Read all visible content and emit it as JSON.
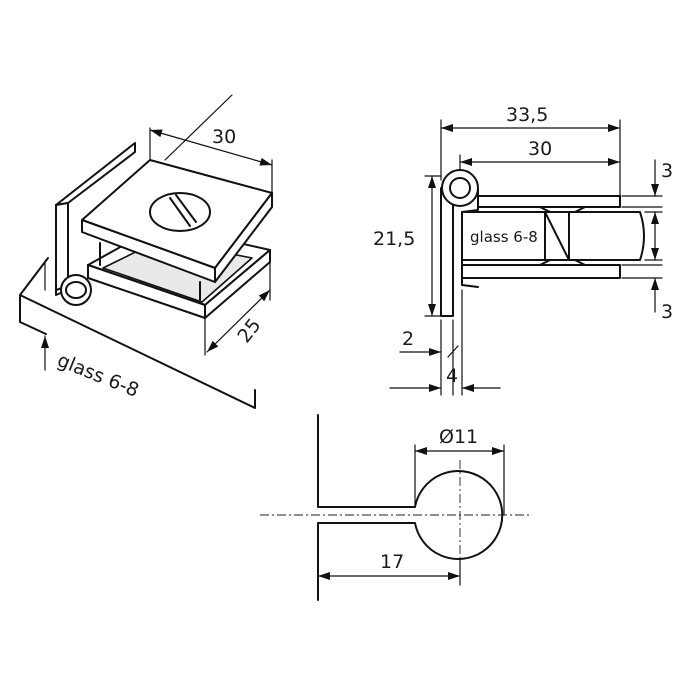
{
  "labels": {
    "iso_width": "30",
    "iso_depth": "25",
    "iso_glass": "glass 6-8",
    "side_total_width": "33,5",
    "side_width": "30",
    "side_height": "21,5",
    "side_top_plate": "3",
    "side_bottom_plate": "3",
    "side_glass": "glass 6-8",
    "side_plate_thickness": "2",
    "side_offset": "4",
    "top_diameter": "Ø11",
    "top_length": "17"
  }
}
